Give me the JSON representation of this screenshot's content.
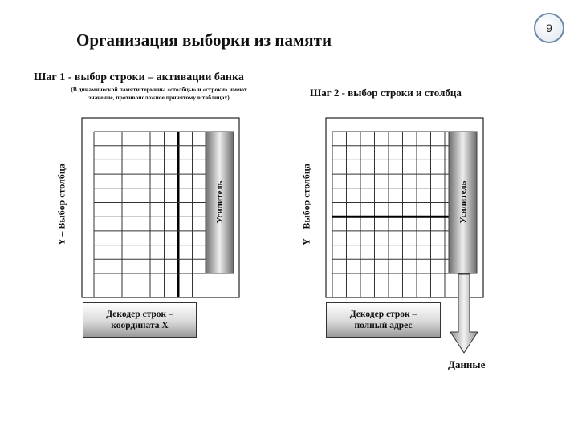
{
  "slide": {
    "page_number": "9",
    "title": "Организация выборки из памяти"
  },
  "step1": {
    "title": "Шаг 1 - выбор строки – активации банка",
    "note_line1": "(В динамической памяти термины «столбцы» и «строки» имеют",
    "note_line2": "значение, противоположное принятому в таблицах)",
    "y_axis_label": "Y – Выбор столбца",
    "amplifier_label": "Усилитель",
    "decoder_line1": "Декодер строк –",
    "decoder_line2": "координата X"
  },
  "step2": {
    "title": "Шаг 2 - выбор строки и столбца",
    "y_axis_label": "Y – Выбор столбца",
    "amplifier_label": "Усилитель",
    "decoder_line1": "Декодер строк –",
    "decoder_line2": "полный адрес",
    "output_label": "Данные"
  },
  "colors": {
    "grid_line": "#333333",
    "selected_line": "#000000",
    "amplifier_dark": "#6b6b6b",
    "amplifier_light": "#eeeeee",
    "page_badge_border": "#6f88a6"
  }
}
